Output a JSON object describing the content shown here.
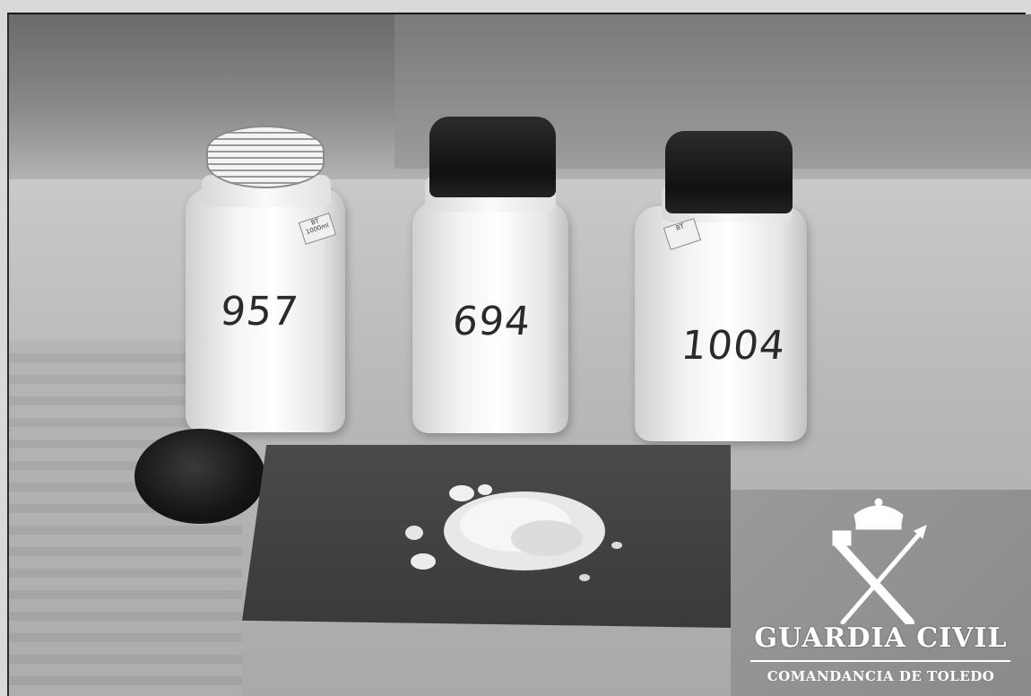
{
  "photo": {
    "jars": [
      {
        "number": "957",
        "capped": false,
        "sticker": "BT 1000ml"
      },
      {
        "number": "694",
        "capped": true
      },
      {
        "number": "1004",
        "capped": true,
        "sticker": "BT"
      }
    ]
  },
  "emblem": {
    "title": "GUARDIA CIVIL",
    "subtitle": "COMANDANCIA DE TOLEDO"
  },
  "colors": {
    "cap": "#111111",
    "jar": "#f2f2f2",
    "mat": "#3f3f3f",
    "emblem_bg": "#929292",
    "emblem_text": "#ffffff"
  }
}
